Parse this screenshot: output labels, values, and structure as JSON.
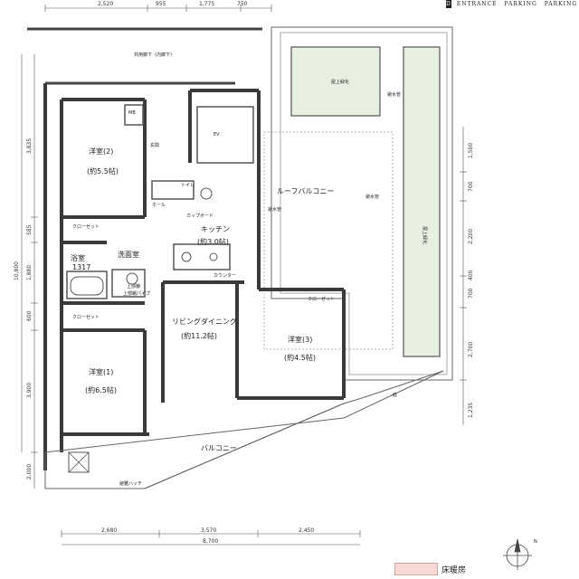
{
  "header": {
    "badge_label": "D",
    "entrance": "ENTRANCE",
    "parking": "PARKING",
    "parking2": "PARKING"
  },
  "dims_top": [
    "2,520",
    "955",
    "1,775",
    "750"
  ],
  "dims_bottom": [
    "2,680",
    "3,570",
    "2,450"
  ],
  "dim_total_bottom": "8,700",
  "dims_left": [
    "3,835",
    "585",
    "1,880",
    "600",
    "3,900",
    "2,000"
  ],
  "dim_total_left": "10,800",
  "dims_right": [
    "1,500",
    "700",
    "2,200",
    "700",
    "400",
    "2,700",
    "1,235"
  ],
  "labels": {
    "corridor": "共用廊下（内廊下）",
    "mb": "MB",
    "ev": "EV",
    "entrance_hall": "玄関",
    "toilet": "トイレ",
    "hall": "ホール",
    "cupboard": "カップボード",
    "kitchen": "キッチン",
    "kitchen_size": "(約3.0帖)",
    "counter": "カウンター",
    "bed2": "洋室(2)",
    "bed2_size": "(約5.5帖)",
    "closet_a": "クローゼット",
    "bath": "浴室",
    "bath_size": "1317",
    "washroom": "洗面室",
    "closet_b": "クローゼット",
    "storage_top": "上部棚",
    "storage_pipe": "上部棚パイプ",
    "bed1": "洋室(1)",
    "bed1_size": "(約6.5帖)",
    "living": "リビングダイニング",
    "living_size": "(約11.2帖)",
    "bed3": "洋室(3)",
    "bed3_size": "(約4.5帖)",
    "closet_c": "クローゼット",
    "roof_balcony": "ルーフバルコニー",
    "balcony": "バルコニー",
    "planter_top": "屋上緑化",
    "planter_side": "屋上緑化",
    "eaves": "庇",
    "drain1": "避水管",
    "drain2": "避水管",
    "drain3": "避水管",
    "emergency": "避難ハッチ",
    "floor_heating_legend": "床暖房"
  },
  "colors": {
    "wall": "#3a3a3a",
    "green": "#e8f0e2",
    "heating": "#f7d9d6"
  }
}
